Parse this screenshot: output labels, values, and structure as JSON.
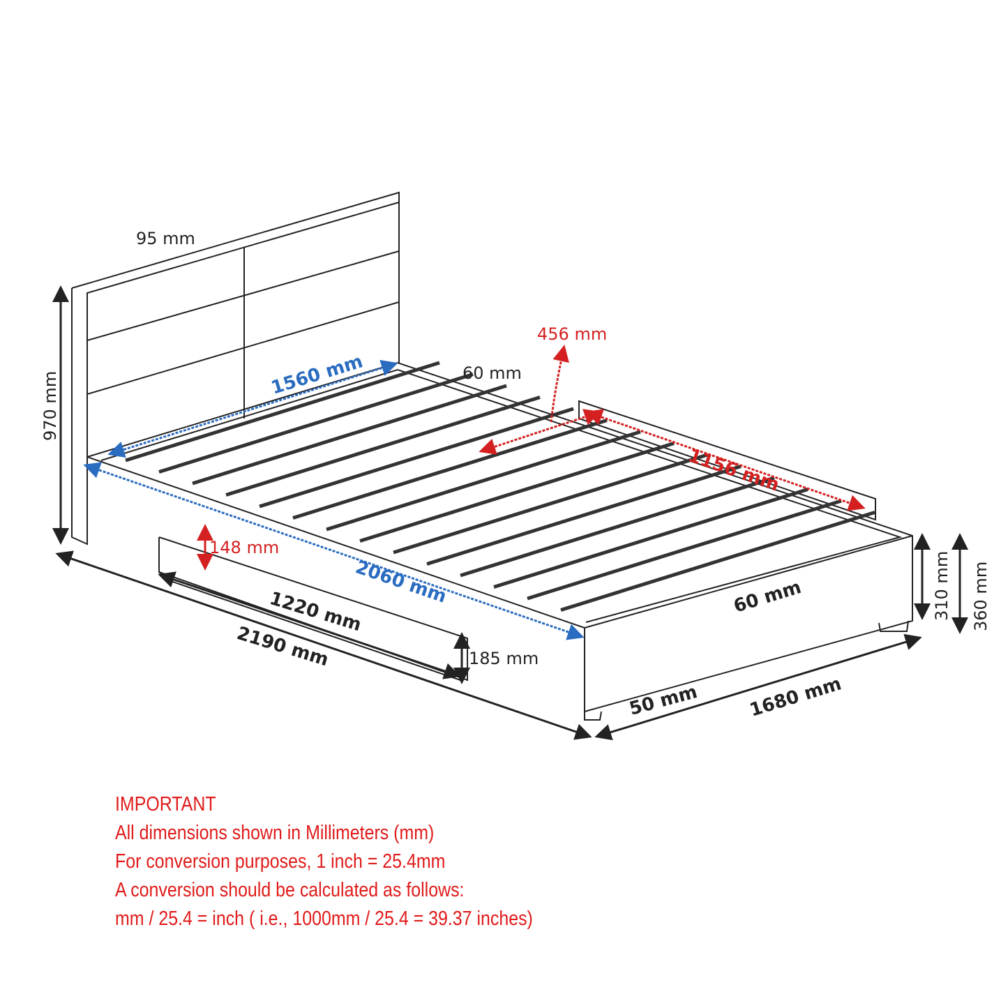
{
  "colors": {
    "line": "#222222",
    "red": "#d42020",
    "blue": "#2a6cc0",
    "note": "#e01a1a"
  },
  "dimensions": {
    "headboard_thickness": "95 mm",
    "headboard_height": "970 mm",
    "inner_width": "1560 mm",
    "inner_length": "2060 mm",
    "rail_width_top": "60 mm",
    "center_support": "456 mm",
    "side_rail": "1156 mm",
    "drawer_height_inner": "148 mm",
    "drawer_length": "1220 mm",
    "overall_length": "2190 mm",
    "drawer_height": "185 mm",
    "rail_width_front": "60 mm",
    "frame_height": "310 mm",
    "total_height": "360 mm",
    "overall_width": "1680 mm",
    "leg_height": "50 mm"
  },
  "notes": {
    "title": "IMPORTANT",
    "lines": [
      "All dimensions shown in Millimeters (mm)",
      "For conversion purposes, 1 inch = 25.4mm",
      "A conversion should be calculated as follows:",
      "mm / 25.4 = inch ( i.e., 1000mm / 25.4 = 39.37 inches)"
    ]
  }
}
